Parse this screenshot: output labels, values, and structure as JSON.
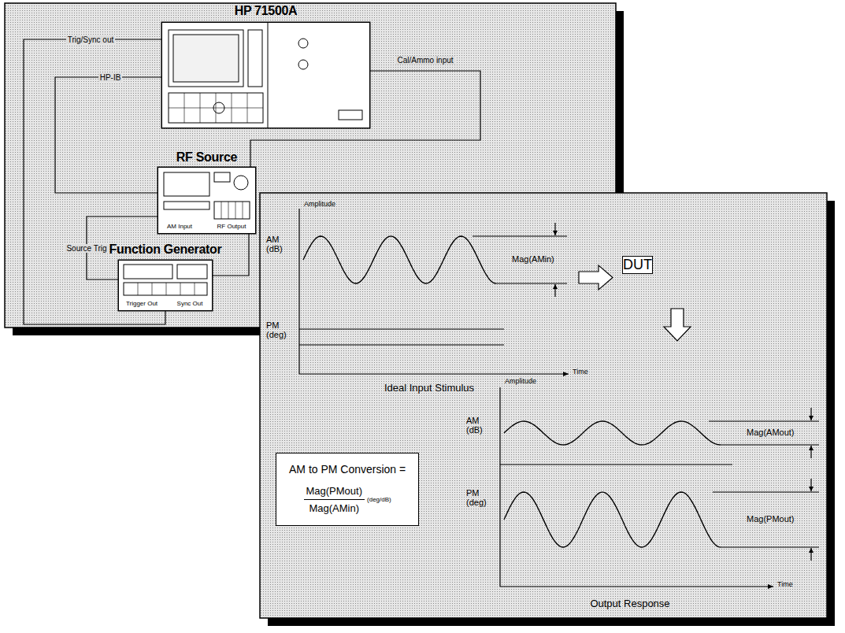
{
  "diagram": {
    "nodes": [
      {
        "text": [
          "HP 71500A"
        ]
      },
      {
        "text": [
          "RF Source"
        ]
      },
      {
        "text": [
          "Function Generator"
        ]
      },
      {
        "text": [
          "DUT"
        ]
      },
      {
        "text": [
          "AM to PM Conversion =",
          "Mag(PMout)",
          "Mag(AMin)",
          "(deg/dB)"
        ]
      }
    ],
    "edges": [
      {
        "from": 0,
        "to": 2,
        "label": "Trig/Sync out",
        "arrow": "none"
      },
      {
        "from": 0,
        "to": 1,
        "label": "HP-IB",
        "arrow": "none"
      },
      {
        "from": 2,
        "to": 1,
        "label": "Source Trig",
        "arrow": "none"
      },
      {
        "from": 1,
        "to": 0,
        "label": "Cal/Ammo input",
        "arrow": "none"
      },
      {
        "from": 2,
        "to": 1,
        "arrow": "none"
      }
    ],
    "labels": [
      "AM Input",
      "RF Output",
      "Trigger Out",
      "Sync Out",
      "Amplitude",
      "AM (dB)",
      "PM (deg)",
      "Mag(AMin)",
      "Time",
      "Ideal Input Stimulus",
      "Amplitude",
      "AM (dB)",
      "Mag(AMout)",
      "PM (deg)",
      "Mag(PMout)",
      "Time",
      "Output Response"
    ]
  }
}
